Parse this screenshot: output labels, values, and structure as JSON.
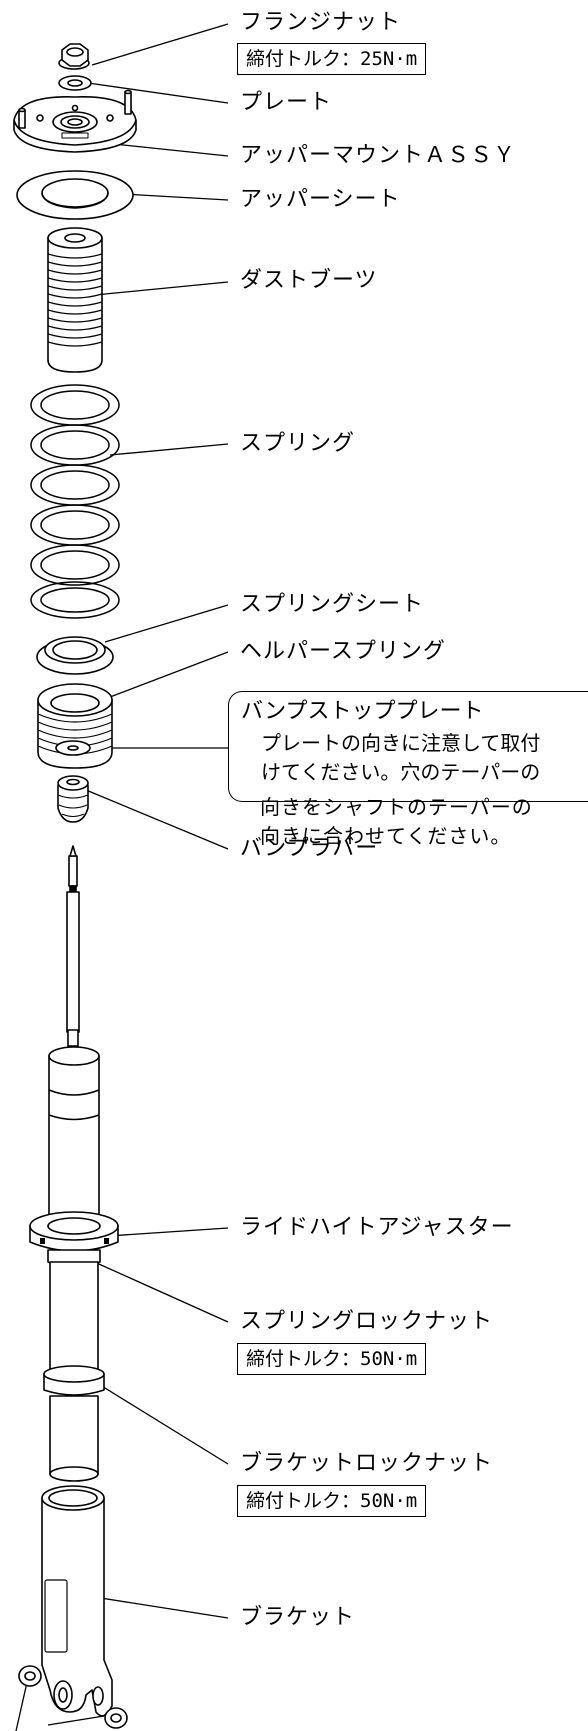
{
  "labels": {
    "flange_nut": "フランジナット",
    "flange_nut_torque": "締付トルク：25N·m",
    "plate": "プレート",
    "upper_mount": "アッパーマウントＡＳＳＹ",
    "upper_seat": "アッパーシート",
    "dust_boot": "ダストブーツ",
    "spring": "スプリング",
    "spring_seat": "スプリングシート",
    "helper_spring": "ヘルパースプリング",
    "bump_rubber": "バンプラバー",
    "ride_height_adjuster": "ライドハイトアジャスター",
    "spring_lock_nut": "スプリングロックナット",
    "spring_lock_nut_torque": "締付トルク：50N·m",
    "bracket_lock_nut": "ブラケットロックナット",
    "bracket_lock_nut_torque": "締付トルク：50N·m",
    "bracket": "ブラケット"
  },
  "callout": {
    "title": "バンプストッププレート",
    "lines": [
      "プレートの向きに注意して取付",
      "けてください。穴のテーパーの",
      "向きをシャフトのテーパーの",
      "向きに合わせてください。"
    ]
  }
}
